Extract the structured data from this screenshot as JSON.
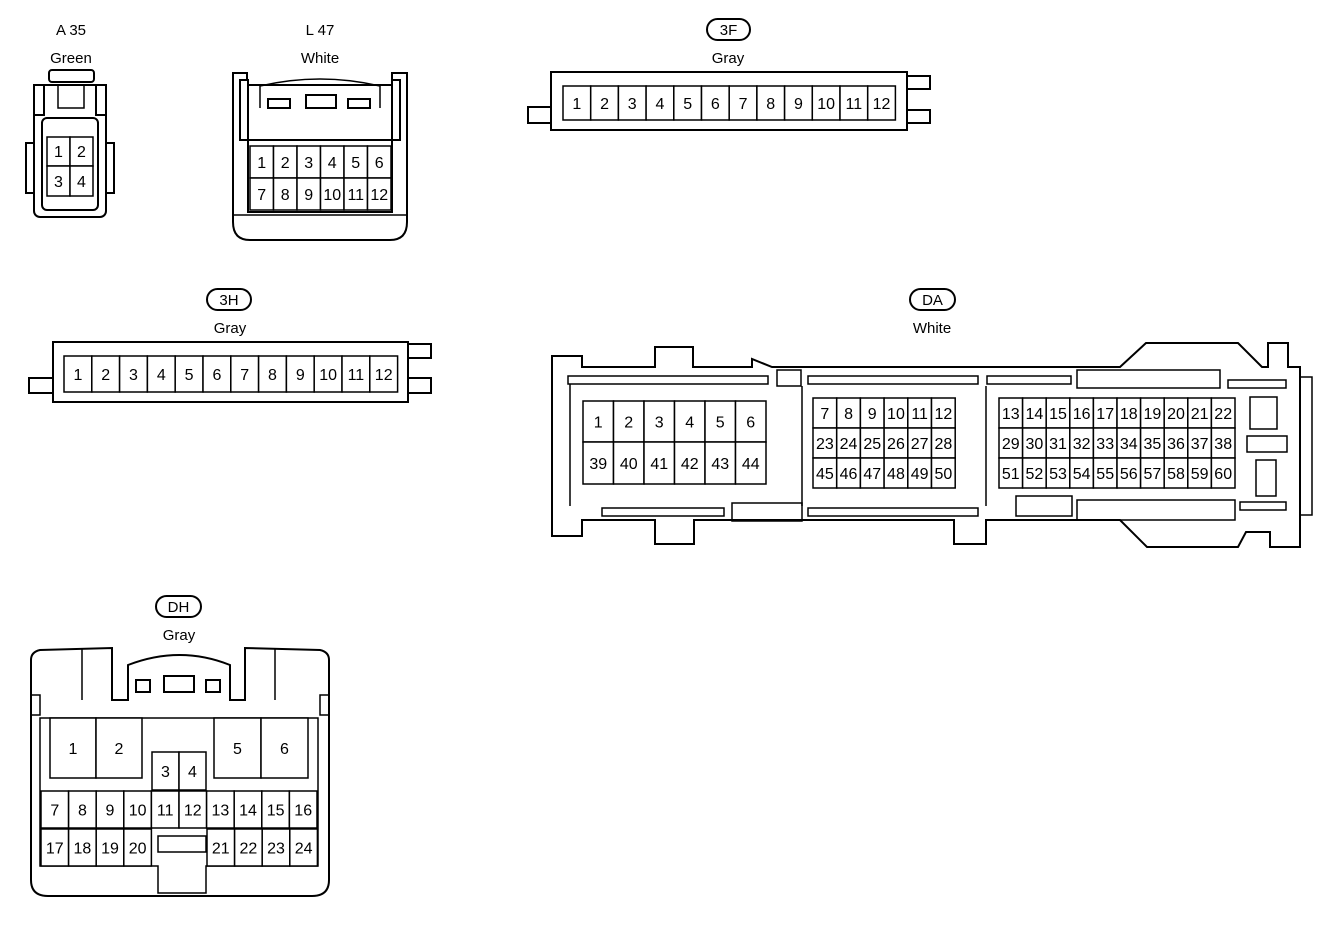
{
  "connectors": [
    {
      "id": "A 35",
      "badge": false,
      "color": "Green",
      "pins": [
        "1",
        "2",
        "3",
        "4"
      ]
    },
    {
      "id": "L 47",
      "badge": false,
      "color": "White",
      "pins": [
        "1",
        "2",
        "3",
        "4",
        "5",
        "6",
        "7",
        "8",
        "9",
        "10",
        "11",
        "12"
      ]
    },
    {
      "id": "3F",
      "badge": true,
      "color": "Gray",
      "pins": [
        "1",
        "2",
        "3",
        "4",
        "5",
        "6",
        "7",
        "8",
        "9",
        "10",
        "11",
        "12"
      ]
    },
    {
      "id": "3H",
      "badge": true,
      "color": "Gray",
      "pins": [
        "1",
        "2",
        "3",
        "4",
        "5",
        "6",
        "7",
        "8",
        "9",
        "10",
        "11",
        "12"
      ]
    },
    {
      "id": "DA",
      "badge": true,
      "color": "White",
      "pins": [
        "1",
        "2",
        "3",
        "4",
        "5",
        "6",
        "7",
        "8",
        "9",
        "10",
        "11",
        "12",
        "13",
        "14",
        "15",
        "16",
        "17",
        "18",
        "19",
        "20",
        "21",
        "22",
        "23",
        "24",
        "25",
        "26",
        "27",
        "28",
        "29",
        "30",
        "31",
        "32",
        "33",
        "34",
        "35",
        "36",
        "37",
        "38",
        "39",
        "40",
        "41",
        "42",
        "43",
        "44",
        "45",
        "46",
        "47",
        "48",
        "49",
        "50",
        "51",
        "52",
        "53",
        "54",
        "55",
        "56",
        "57",
        "58",
        "59",
        "60"
      ]
    },
    {
      "id": "DH",
      "badge": true,
      "color": "Gray",
      "pins": [
        "1",
        "2",
        "3",
        "4",
        "5",
        "6",
        "7",
        "8",
        "9",
        "10",
        "11",
        "12",
        "13",
        "14",
        "15",
        "16",
        "17",
        "18",
        "19",
        "20",
        "21",
        "22",
        "23",
        "24"
      ]
    }
  ]
}
